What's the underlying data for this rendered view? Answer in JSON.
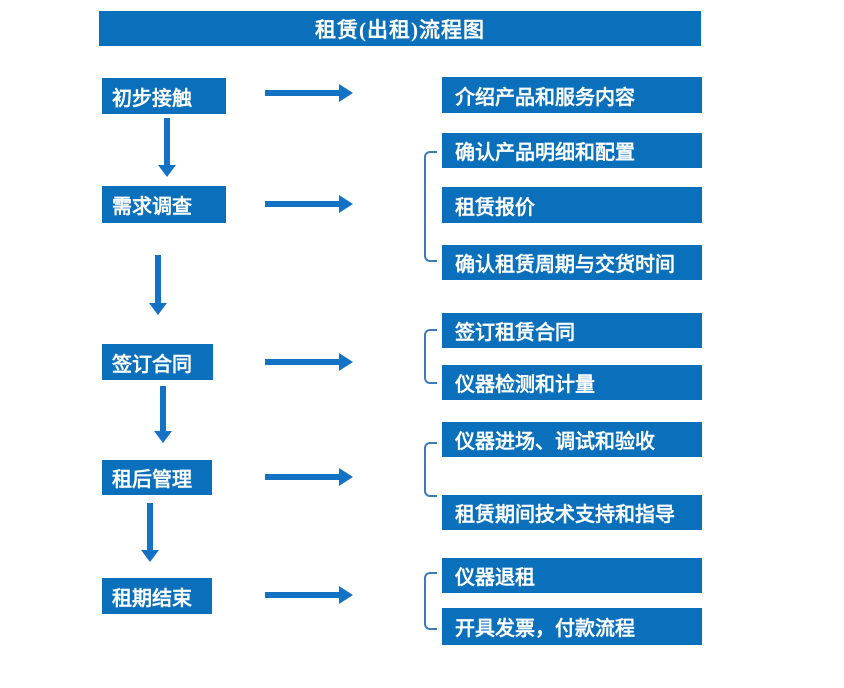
{
  "title": "租赁(出租)流程图",
  "colors": {
    "box_fill": "#0b70bb",
    "arrow": "#1372c4",
    "bracket": "#3d7ab8",
    "text": "#ffffff",
    "background": "#ffffff"
  },
  "steps": [
    {
      "label": "初步接触"
    },
    {
      "label": "需求调查"
    },
    {
      "label": "签订合同"
    },
    {
      "label": "租后管理"
    },
    {
      "label": "租期结束"
    }
  ],
  "details": [
    {
      "items": [
        "介绍产品和服务内容"
      ]
    },
    {
      "items": [
        "确认产品明细和配置",
        "租赁报价",
        "确认租赁周期与交货时间"
      ]
    },
    {
      "items": [
        "签订租赁合同",
        "仪器检测和计量"
      ]
    },
    {
      "items": [
        "仪器进场、调试和验收",
        "租赁期间技术支持和指导"
      ]
    },
    {
      "items": [
        "仪器退租",
        "开具发票，付款流程"
      ]
    }
  ]
}
